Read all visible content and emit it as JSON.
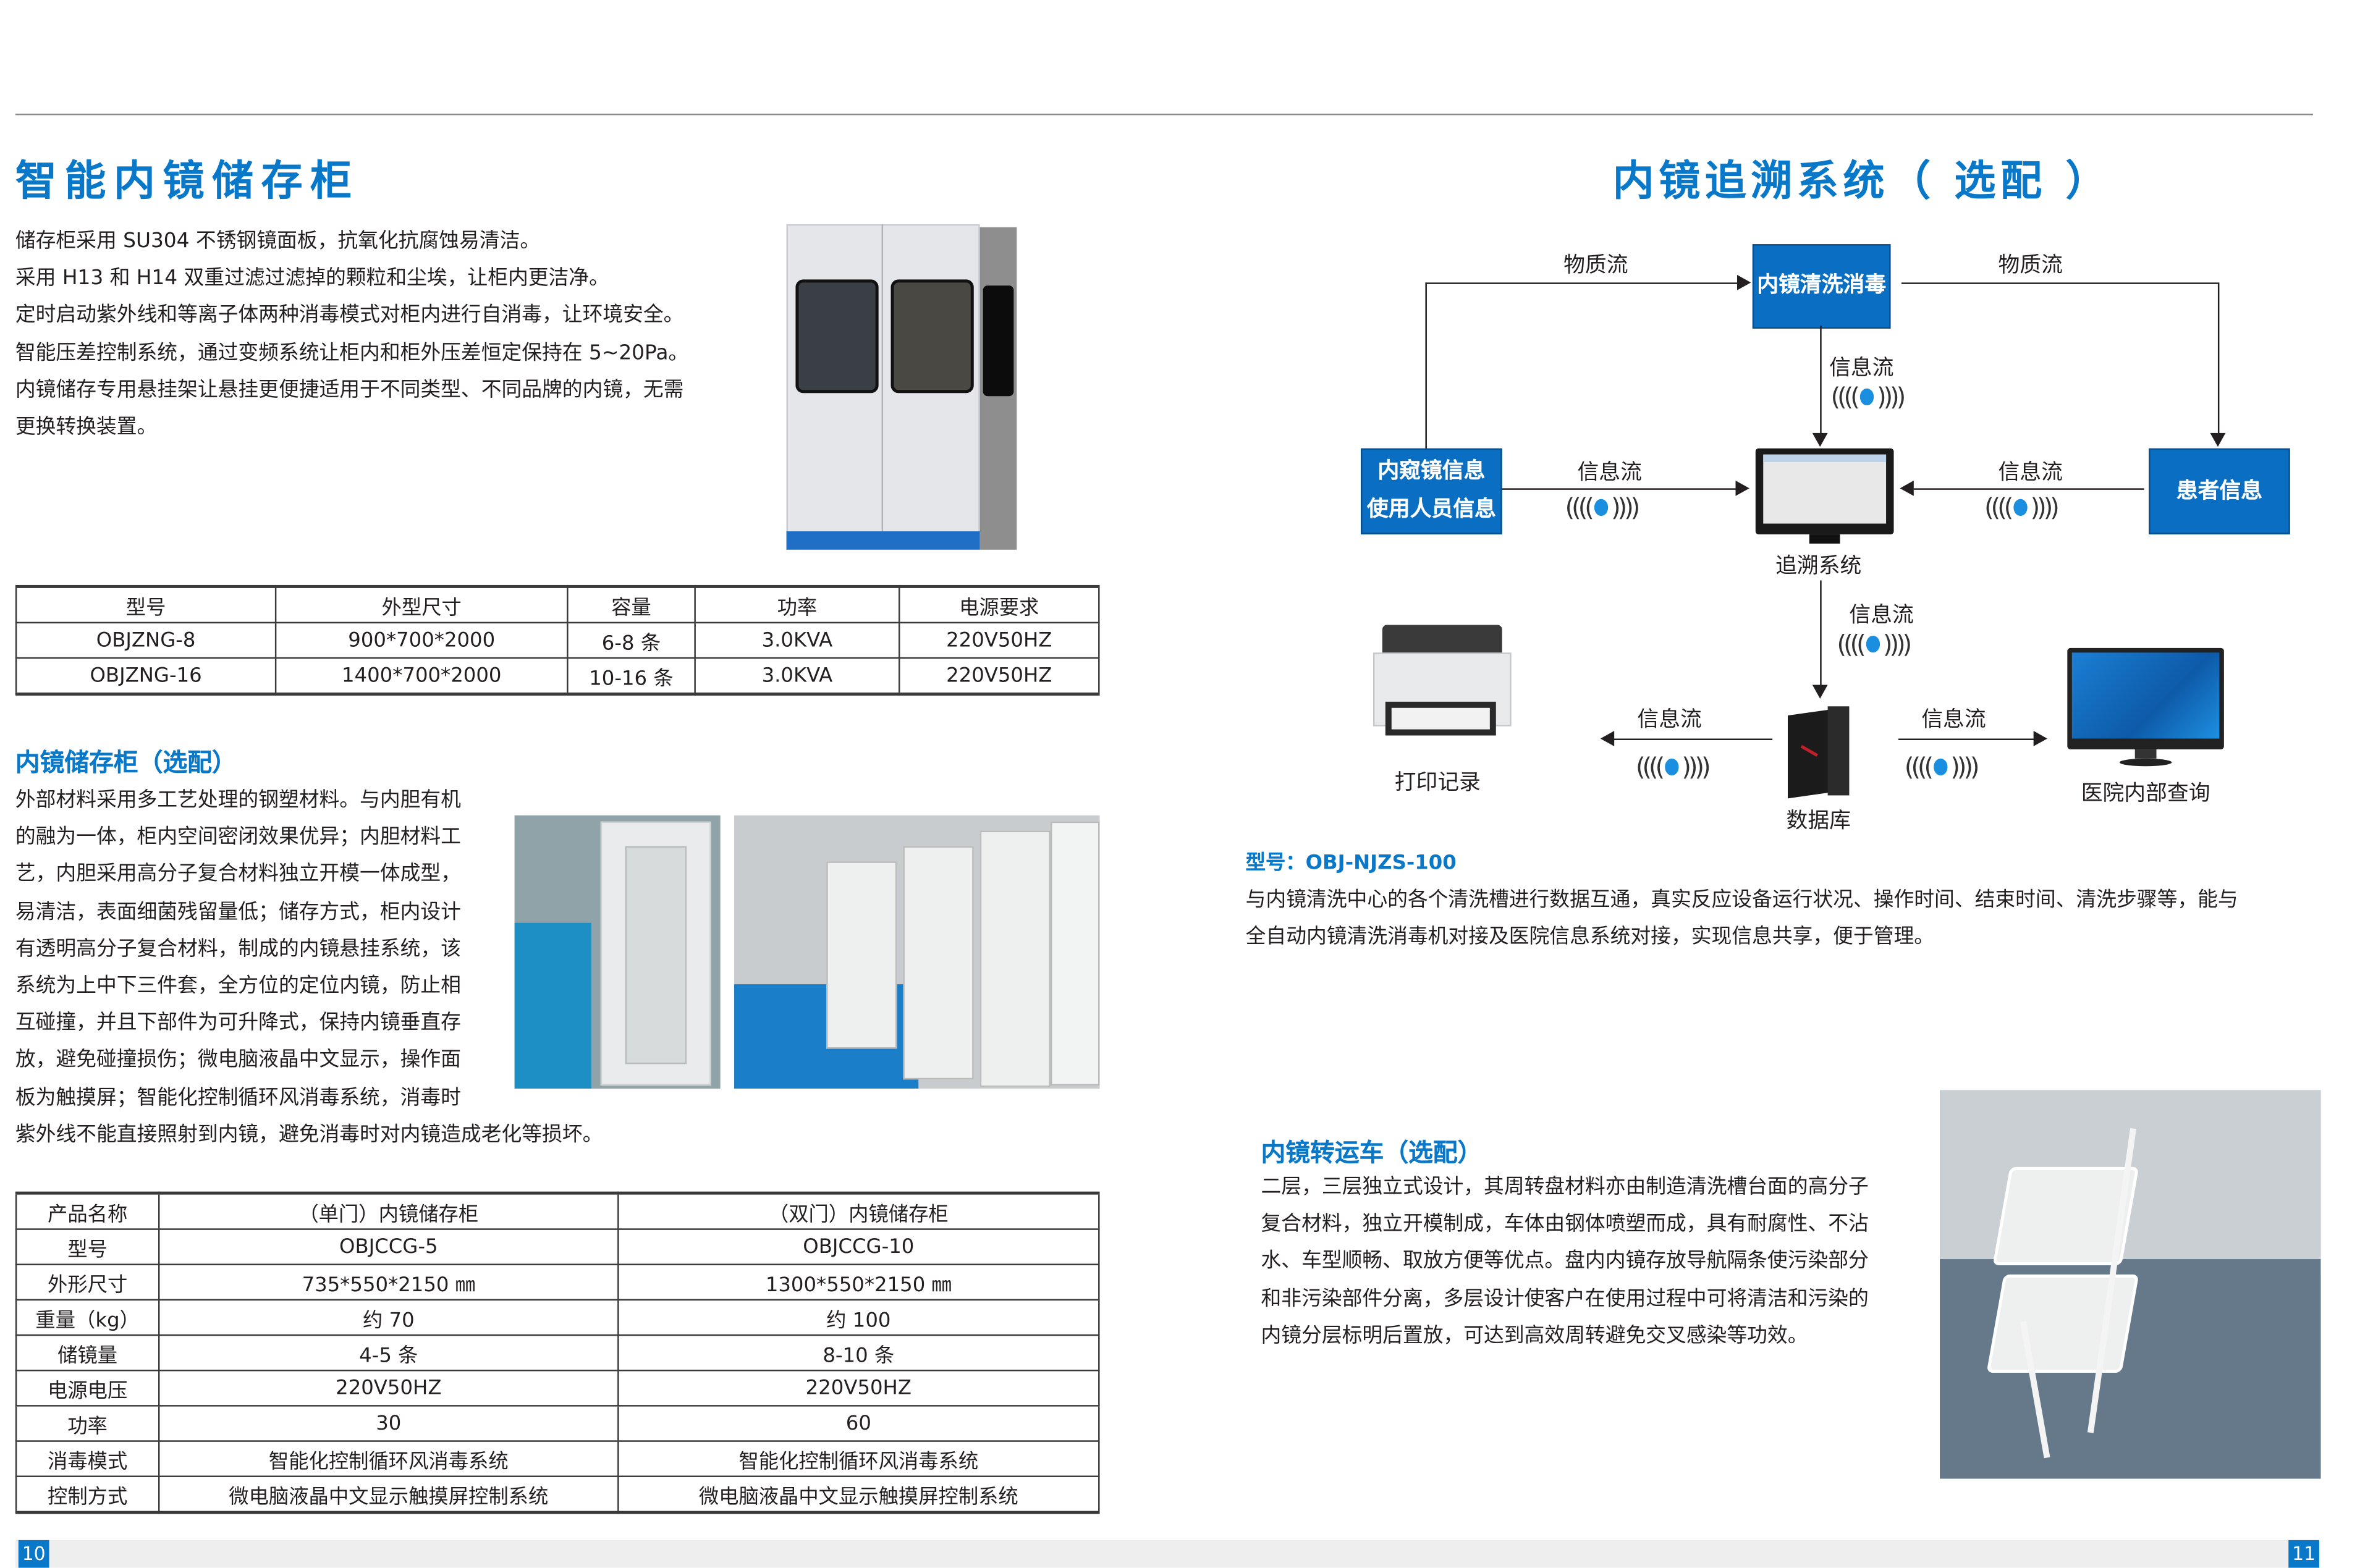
{
  "left": {
    "title": "智能内镜储存柜",
    "intro": [
      "储存柜采用 SU304 不锈钢镜面板，抗氧化抗腐蚀易清洁。",
      "采用 H13 和 H14 双重过滤过滤掉的颗粒和尘埃，让柜内更洁净。",
      "定时启动紫外线和等离子体两种消毒模式对柜内进行自消毒，让环境安全。",
      "智能压差控制系统，通过变频系统让柜内和柜外压差恒定保持在 5~20Pa。",
      "内镜储存专用悬挂架让悬挂更便捷适用于不同类型、不同品牌的内镜，无需",
      "更换转换装置。"
    ],
    "spec_table": {
      "headers": [
        "型号",
        "外型尺寸",
        "容量",
        "功率",
        "电源要求"
      ],
      "rows": [
        [
          "OBJZNG-8",
          "900*700*2000",
          "6-8 条",
          "3.0KVA",
          "220V50HZ"
        ],
        [
          "OBJZNG-16",
          "1400*700*2000",
          "10-16 条",
          "3.0KVA",
          "220V50HZ"
        ]
      ]
    },
    "optional": {
      "title": "内镜储存柜（选配）",
      "lines": [
        "外部材料采用多工艺处理的钢塑材料。与内胆有机",
        "的融为一体，柜内空间密闭效果优异；内胆材料工",
        "艺，内胆采用高分子复合材料独立开模一体成型，",
        "易清洁，表面细菌残留量低；储存方式，柜内设计",
        "有透明高分子复合材料，制成的内镜悬挂系统，该",
        "系统为上中下三件套，全方位的定位内镜，防止相",
        "互碰撞，并且下部件为可升降式，保持内镜垂直存",
        "放，避免碰撞损伤；微电脑液晶中文显示，操作面",
        "板为触摸屏；智能化控制循环风消毒系统，消毒时",
        "紫外线不能直接照射到内镜，避免消毒时对内镜造成老化等损坏。"
      ]
    },
    "product_table": {
      "rows": [
        [
          "产品名称",
          "（单门）内镜储存柜",
          "（双门）内镜储存柜"
        ],
        [
          "型号",
          "OBJCCG-5",
          "OBJCCG-10"
        ],
        [
          "外形尺寸",
          "735*550*2150 ㎜",
          "1300*550*2150 ㎜"
        ],
        [
          "重量（kg）",
          "约 70",
          "约 100"
        ],
        [
          "储镜量",
          "4-5 条",
          "8-10 条"
        ],
        [
          "电源电压",
          "220V50HZ",
          "220V50HZ"
        ],
        [
          "功率",
          "30",
          "60"
        ],
        [
          "消毒模式",
          "智能化控制循环风消毒系统",
          "智能化控制循环风消毒系统"
        ],
        [
          "控制方式",
          "微电脑液晶中文显示触摸屏控制系统",
          "微电脑液晶中文显示触摸屏控制系统"
        ]
      ]
    },
    "page_number": "10"
  },
  "right": {
    "title": "内镜追溯系统（ 选配 ）",
    "diagram": {
      "box_top": "内镜清洗消毒",
      "box_left": [
        "内窥镜信息",
        "使用人员信息"
      ],
      "box_right": "患者信息",
      "material_flow": "物质流",
      "info_flow": "信息流",
      "center_label": "追溯系统",
      "printer_label": "打印记录",
      "database_label": "数据库",
      "query_label": "医院内部查询",
      "signal_glyph_left": "((((",
      "signal_glyph_right": "))))"
    },
    "model_line": "型号：OBJ-NJZS-100",
    "description": [
      "与内镜清洗中心的各个清洗槽进行数据互通，真实反应设备运行状况、操作时间、结束时间、清洗步骤等，能与",
      "全自动内镜清洗消毒机对接及医院信息系统对接，实现信息共享，便于管理。"
    ],
    "cart": {
      "title": "内镜转运车（选配）",
      "lines": [
        "二层，三层独立式设计，其周转盘材料亦由制造清洗槽台面的高分子",
        "复合材料，独立开模制成，车体由钢体喷塑而成，具有耐腐性、不沾",
        "水、车型顺畅、取放方便等优点。盘内内镜存放导航隔条使污染部分",
        "和非污染部件分离，多层设计使客户在使用过程中可将清洁和污染的",
        "内镜分层标明后置放，可达到高效周转避免交叉感染等功效。"
      ]
    },
    "page_number": "11"
  },
  "colors": {
    "accent": "#0a78c8",
    "box": "#0a6fc2",
    "signal_dot": "#1a8fe0",
    "footer": "#eeeeee"
  }
}
